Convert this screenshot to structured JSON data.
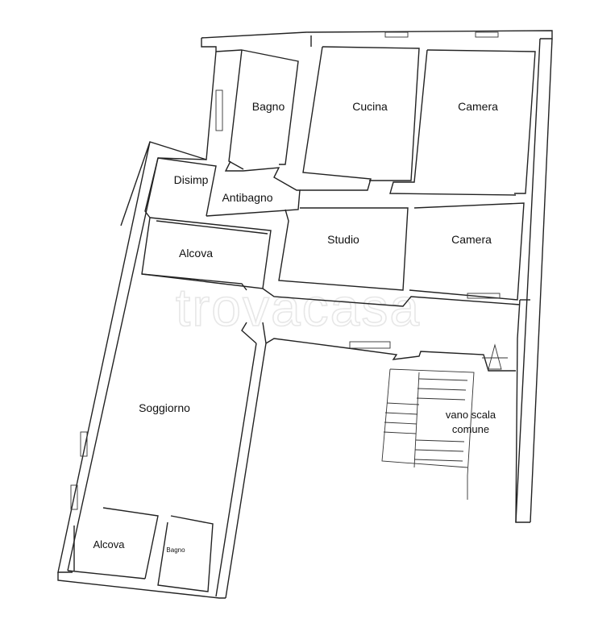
{
  "rooms": {
    "bagno_top": "Bagno",
    "cucina": "Cucina",
    "camera_top": "Camera",
    "disimp": "Disimp",
    "antibagno": "Antibagno",
    "studio": "Studio",
    "camera_mid": "Camera",
    "alcova_top": "Alcova",
    "soggiorno": "Soggiorno",
    "vano_scala_line1": "vano scala",
    "vano_scala_line2": "comune",
    "alcova_bottom": "Alcova",
    "bagno_bottom": "Bagno"
  },
  "watermark": "trovacasa"
}
